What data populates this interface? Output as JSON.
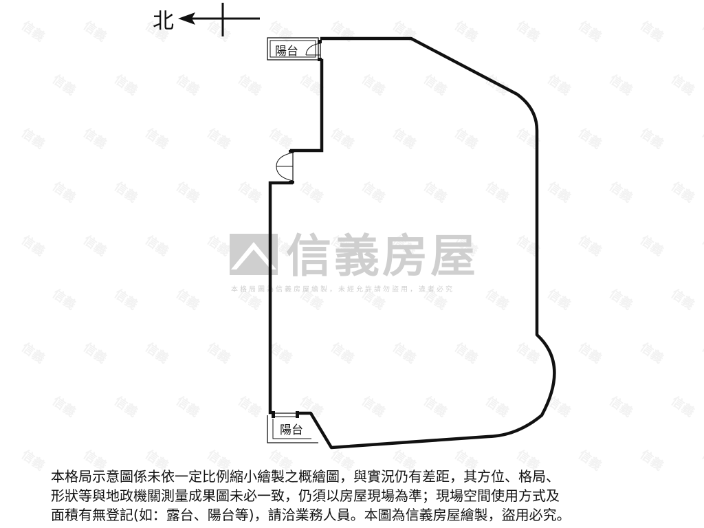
{
  "compass": {
    "label": "北",
    "icon": "north-arrow-icon"
  },
  "rooms": {
    "balcony_top": "陽台",
    "balcony_bottom": "陽台"
  },
  "watermark": {
    "brand": "信義房屋",
    "notice": "本格局圖為信義房屋繪製，未經允許請勿盜用，違者必究",
    "tile_mark": "信義",
    "logo_icon": "sinyi-house-logo-icon",
    "color": "#cfcfcf"
  },
  "disclaimer": {
    "lines": [
      "本格局示意圖係未依一定比例縮小繪製之概繪圖，與實況仍有差距，其方位、格局、",
      "形狀等與地政機關測量成果圖未必一致，仍須以房屋現場為準；現場空間使用方式及",
      "面積有無登記(如：露台、陽台等)，請洽業務人員。本圖為信義房屋繪製，盜用必究。"
    ]
  },
  "colors": {
    "wall": "#111111",
    "background": "#ffffff"
  }
}
